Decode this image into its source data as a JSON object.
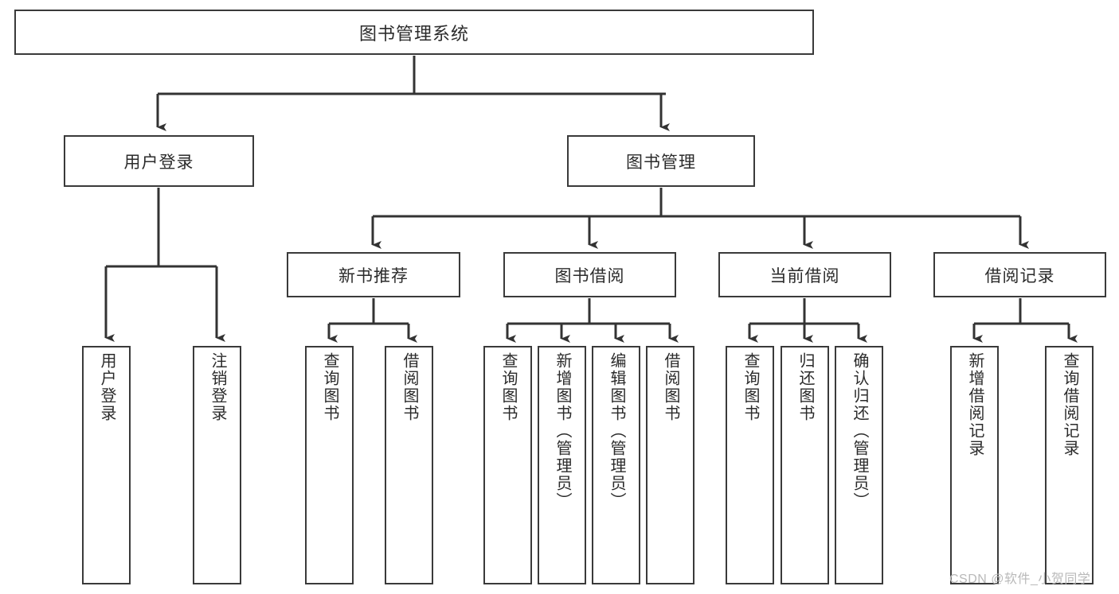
{
  "diagram": {
    "type": "hierarchy-tree",
    "title": "图书管理系统",
    "root": {
      "label": "图书管理系统"
    },
    "level2": [
      {
        "id": "user-login",
        "label": "用户登录"
      },
      {
        "id": "book-manage",
        "label": "图书管理"
      }
    ],
    "level3": [
      {
        "id": "new-book-rec",
        "label": "新书推荐",
        "parent": "book-manage"
      },
      {
        "id": "book-borrow",
        "label": "图书借阅",
        "parent": "book-manage"
      },
      {
        "id": "current-borrow",
        "label": "当前借阅",
        "parent": "book-manage"
      },
      {
        "id": "borrow-record",
        "label": "借阅记录",
        "parent": "book-manage"
      }
    ],
    "leaves": [
      {
        "id": "leaf-1",
        "label": "用户登录",
        "parent": "user-login"
      },
      {
        "id": "leaf-2",
        "label": "注销登录",
        "parent": "user-login"
      },
      {
        "id": "leaf-3",
        "label": "查询图书",
        "parent": "new-book-rec"
      },
      {
        "id": "leaf-4",
        "label": "借阅图书",
        "parent": "new-book-rec"
      },
      {
        "id": "leaf-5",
        "label": "查询图书",
        "parent": "book-borrow"
      },
      {
        "id": "leaf-6",
        "label": "新增图书（管理员）",
        "parent": "book-borrow"
      },
      {
        "id": "leaf-7",
        "label": "编辑图书（管理员）",
        "parent": "book-borrow"
      },
      {
        "id": "leaf-8",
        "label": "借阅图书",
        "parent": "book-borrow"
      },
      {
        "id": "leaf-9",
        "label": "查询图书",
        "parent": "current-borrow"
      },
      {
        "id": "leaf-10",
        "label": "归还图书",
        "parent": "current-borrow"
      },
      {
        "id": "leaf-11",
        "label": "确认归还（管理员）",
        "parent": "current-borrow"
      },
      {
        "id": "leaf-12",
        "label": "新增借阅记录",
        "parent": "borrow-record"
      },
      {
        "id": "leaf-13",
        "label": "查询借阅记录",
        "parent": "borrow-record"
      }
    ],
    "watermark": "CSDN @软件_小贺同学",
    "colors": {
      "box_border": "#3a3a3a",
      "box_fill": "#ffffff",
      "text": "#2b2b2b",
      "connector": "#333333",
      "watermark": "#b9b9b9",
      "background": "#ffffff"
    }
  }
}
